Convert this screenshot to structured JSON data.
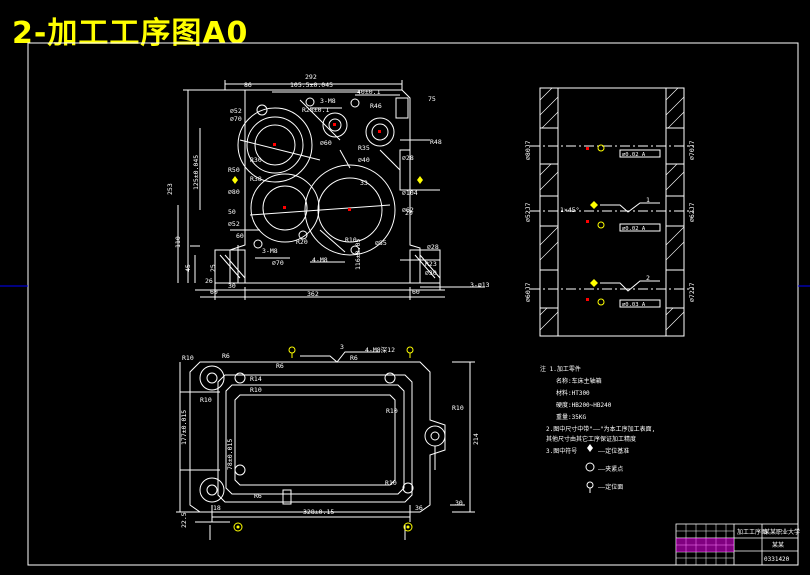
{
  "title": "2-加工工序图A0",
  "colors": {
    "background": "#000000",
    "lines": "#ffffff",
    "title": "#ffff00",
    "marks": "#ff0000",
    "frame_edge": "#0000ff",
    "table": "#ff00ff"
  },
  "front_view": {
    "dims": {
      "top_total": "292",
      "top_86": "86",
      "top_center": "105.5±0.045",
      "top_right": "40±0.1",
      "hole_label": "3-M8",
      "hole_label2": "3-M8",
      "hole_label3": "4-M8",
      "bottom_total": "362",
      "bottom_left": "60",
      "bottom_30": "30",
      "bottom_right": "60",
      "side_right": "3-∅13",
      "height_total": "253",
      "height_mid": "125±0.045",
      "height_lower": "110",
      "height_base": "45",
      "height_base2": "25",
      "radius_r28": "R28±0.1",
      "radius_r46": "R46",
      "radius_r20": "R20",
      "radius_r50": "R50",
      "radius_r35": "R35",
      "radius_r48": "R48",
      "dia_d52": "∅52",
      "dia_d70": "∅70",
      "dia_d80": "∅80",
      "dia_d62": "∅62",
      "dia_d85": "∅85",
      "dia_d104": "∅104",
      "dia_d40": "∅40",
      "dia_d30": "∅30",
      "dia_d60": "∅60",
      "dia_d28": "∅28",
      "dia_d70b": "∅70",
      "radius_r10": "R10",
      "dim_75": "75",
      "dim_20": "20",
      "dim_26": "26",
      "dim_116": "116±0.05",
      "dim_33": "33",
      "dim_60": "60",
      "dim_r38": "R38",
      "dim_r23": "R23",
      "dim_50": "50",
      "dim_r30": "R30"
    }
  },
  "side_view": {
    "dims": {
      "d1": "∅80J7",
      "d2": "∅52J7",
      "d3": "∅70J7",
      "d4": "∅62J7",
      "d5": "∅72J7",
      "d6": "∅60J7",
      "chamfer": "1×45°",
      "fit1": "∅0.02 A",
      "fit2": "∅0.02 A",
      "fit3": "∅0.03 A",
      "num1": "1",
      "num2": "2"
    }
  },
  "bottom_view": {
    "dims": {
      "top_label": "4-M8深12",
      "top_num": "3",
      "r10_a": "R10",
      "r6_a": "R6",
      "r6_b": "R6",
      "r14": "R14",
      "r10_b": "R10",
      "r10_c": "R10",
      "r10_d": "R10",
      "r10_e": "R10",
      "r10_f": "R10",
      "r6_c": "R6",
      "r6_d": "R6",
      "h_177": "177±0.015",
      "h_78": "78±0.015",
      "w_328": "328±0.15",
      "w_18": "18",
      "w_36": "36",
      "w_30": "30",
      "h_214": "214",
      "h_22": "22.5"
    }
  },
  "notes": {
    "title": "注  1.加工零件",
    "lines": [
      "名称:车床主轴箱",
      "材料:HT300",
      "硬度:HB200~HB240",
      "重量:35KG",
      "2.图中尺寸中带\"——\"为本工序加工表面,",
      "  其他尺寸由其它工序保证加工精度",
      "3.图中符号"
    ],
    "symbols": [
      {
        "label": "——定位基准"
      },
      {
        "label": "——夹紧点"
      },
      {
        "label": "——定位面"
      }
    ]
  },
  "title_block": {
    "name": "加工工序图",
    "school": "某某职业大学",
    "drawer": "某某",
    "number": "0331420"
  }
}
